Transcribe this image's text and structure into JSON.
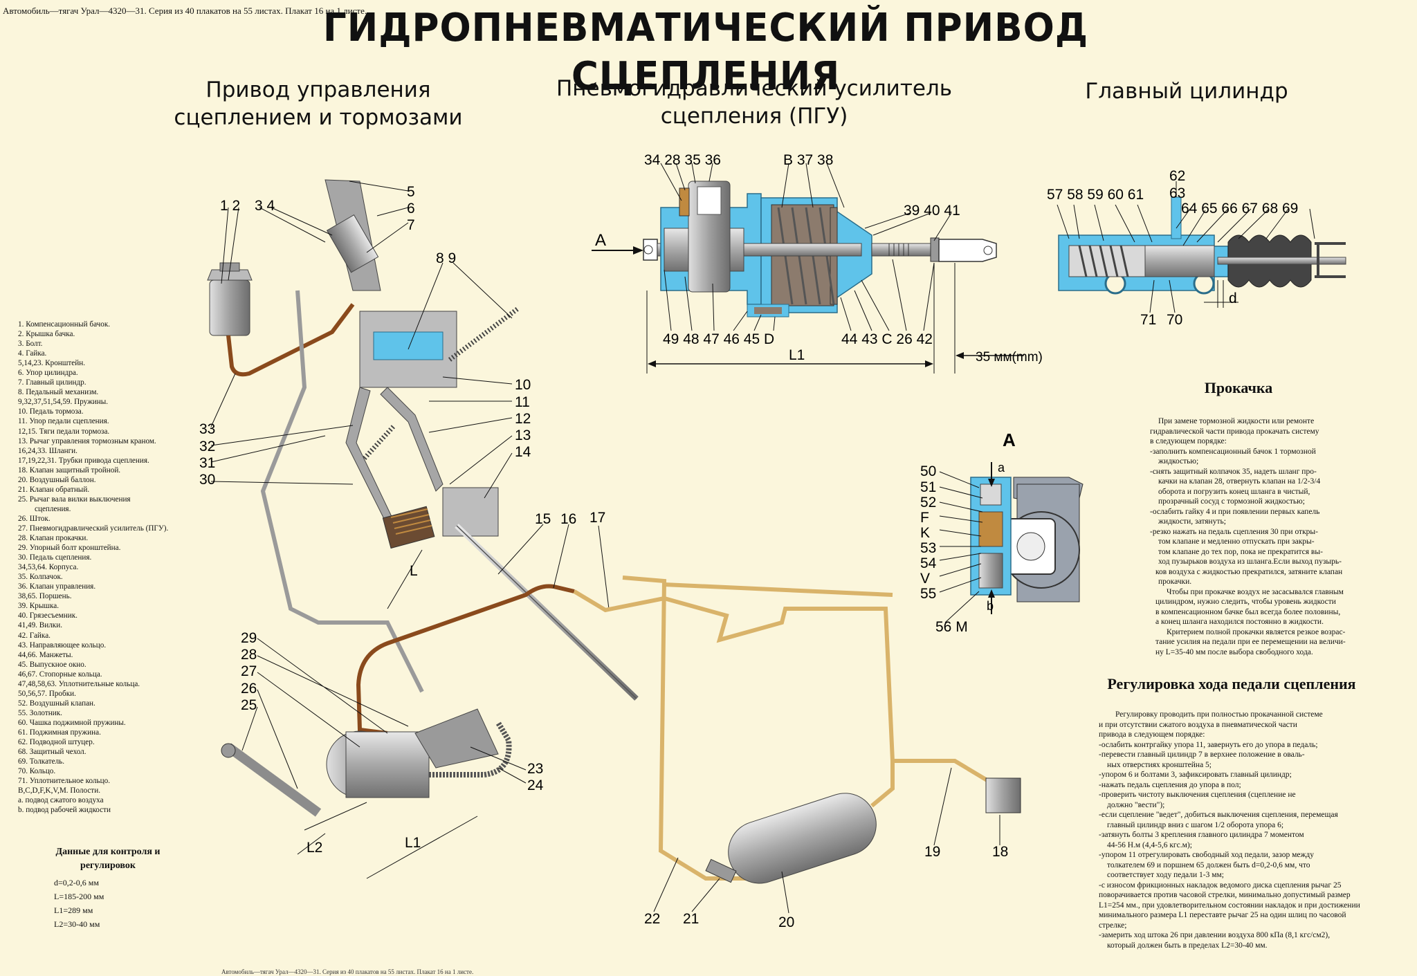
{
  "header": {
    "small_top": "Автомобиль—тягач Урал—4320—31. Серия из 40 плакатов на 55 листах. Плакат 16 на 1 листе.",
    "small_bottom": "Автомобиль—тягач Урал—4320—31. Серия из 40 плакатов на 55 листах. Плакат 16 на 1 листе.",
    "title": "ГИДРОПНЕВМАТИЧЕСКИЙ ПРИВОД СЦЕПЛЕНИЯ"
  },
  "sections": {
    "drive": [
      "Привод управления",
      "сцеплением и тормозами"
    ],
    "pgu": [
      "Пневмогидравлический усилитель",
      "сцепления (ПГУ)"
    ],
    "master": "Главный цилиндр",
    "view_a": "А"
  },
  "legend": [
    "1. Компенсационный бачок.",
    "2. Крышка бачка.",
    "3. Болт.",
    "4. Гайка.",
    "5,14,23. Кронштейн.",
    "6. Упор цилиндра.",
    "7. Главный цилиндр.",
    "8. Педальный механизм.",
    "9,32,37,51,54,59. Пружины.",
    "10. Педаль тормоза.",
    "11. Упор педали сцепления.",
    "12,15. Тяги педали тормоза.",
    "13. Рычаг управления тормозным краном.",
    "16,24,33. Шланги.",
    "17,19,22,31. Трубки привода сцепления.",
    "18. Клапан защитный тройной.",
    "20. Воздушный баллон.",
    "21. Клапан обратный.",
    "25. Рычаг вала вилки выключения",
    "сцепления.",
    "26. Шток.",
    "27. Пневмогидравлический усилитель (ПГУ).",
    "28. Клапан прокачки.",
    "29. Упорный болт кронштейна.",
    "30. Педаль сцепления.",
    "34,53,64. Корпуса.",
    "35. Колпачок.",
    "36. Клапан управления.",
    "38,65. Поршень.",
    "39. Крышка.",
    "40. Грязесъемник.",
    "41,49. Вилки.",
    "42. Гайка.",
    "43. Направляющее кольцо.",
    "44,66. Манжеты.",
    "45. Выпускное окно.",
    "46,67. Стопорные кольца.",
    "47,48,58,63. Уплотнительные кольца.",
    "50,56,57. Пробки.",
    "52. Воздушный клапан.",
    "55. Золотник.",
    "60. Чашка поджимной пружины.",
    "61. Поджимная пружина.",
    "62. Подводной штуцер.",
    "68. Защитный чехол.",
    "69. Толкатель.",
    "70. Кольцо.",
    "71. Уплотнительное кольцо.",
    "B,C,D,F,K,V,M. Полости.",
    "a. подвод сжатого воздуха",
    "b. подвод рабочей жидкости"
  ],
  "control": {
    "title": [
      "Данные для контроля и",
      "регулировок"
    ],
    "items": [
      "d=0,2-0,6 мм",
      "L=185-200 мм",
      "L1=289 мм",
      "L2=30-40 мм"
    ]
  },
  "bleeding": {
    "title": "Прокачка",
    "lines": [
      "При замене тормозной жидкости или ремонте",
      "гидравлической части привода прокачать систему",
      "в следующем порядке:",
      "-заполнить компенсационный бачок 1 тормозной",
      "жидкостью;",
      "-снять защитный колпачок 35, надеть шланг про-",
      "качки на клапан 28, отвернуть клапан на 1/2-3/4",
      "оборота и погрузить конец шланга в чистый,",
      "прозрачный сосуд с тормозной жидкостью;",
      "-ослабить гайку 4 и при появлении первых капель",
      "жидкости, затянуть;",
      "-резко нажать на педаль сцепления 30 при откры-",
      "том клапане и медленно отпускать при закры-",
      "том клапане до тех пор, пока не прекратится вы-",
      "ход пузырьков воздуха из шланга.Если выход пузырь-",
      "ков воздуха с жидкостью прекратился, затяните клапан",
      "прокачки.",
      "Чтобы при прокачке воздух не засасывался главным",
      "цилиндром, нужно следить, чтобы уровень жидкости",
      "в компенсационном бачке был всегда более половины,",
      "а конец шланга находился постоянно в жидкости.",
      "Критерием полной прокачки является резкое возрас-",
      "тание усилия на педали при ее перемещении на величи-",
      "ну L=35-40 мм после выбора свободного хода."
    ]
  },
  "adjust": {
    "title": "Регулировка хода педали сцепления",
    "lines": [
      "Регулировку проводить при полностью прокачанной системе",
      "и при отсутствии сжатого воздуха в пневматической части",
      "привода в следующем порядке:",
      "-ослабить контргайку упора 11, завернуть его до упора в  педаль;",
      "-перевести главный цилиндр 7 в верхнее положение в оваль-",
      "ных отверстиях кронштейна 5;",
      "-упором 6 и болтами 3, зафиксировать главный цилиндр;",
      "-нажать педаль сцепления до упора в пол;",
      "-проверить чистоту выключения сцепления (сцепление не",
      "должно \"вести\");",
      "-если сцепление \"ведет\", добиться выключения сцепления, перемещая",
      "главный цилиндр вниз  с шагом 1/2 оборота упора 6;",
      "-затянуть болты 3 крепления главного цилиндра 7 моментом",
      "44-56 Н.м (4,4-5,6 кгс.м);",
      "-упором 11 отрегулировать свободный ход педали, зазор между",
      "толкателем 69 и поршнем 65 должен быть d=0,2-0,6 мм, что",
      "соответствует ходу педали 1-3 мм;",
      "-с износом фрикционных накладок ведомого диска сцепления рычаг 25",
      "поворачивается против часовой стрелки, минимально допустимый размер",
      "L1=254 мм., при удовлетворительном  состоянии накладок и при достижении",
      "минимального размера L1 переставте рычаг 25  на один шлиц по часовой",
      "стрелке;",
      "-замерить ход штока 26 при давлении воздуха 800 кПа (8,1 кгс/см2),",
      "который должен быть в пределах L2=30-40 мм."
    ]
  },
  "callouts": {
    "drive": [
      "1 2",
      "3 4",
      "5",
      "6",
      "7",
      "8 9",
      "10",
      "11",
      "12",
      "13",
      "14",
      "15",
      "16",
      "17",
      "33",
      "32",
      "31",
      "30",
      "29",
      "28",
      "27",
      "26",
      "25",
      "23",
      "24",
      "L",
      "L1",
      "L2",
      "22",
      "21",
      "20",
      "19",
      "18"
    ],
    "pgu_top": [
      "34 28 35 36",
      "B 37 38",
      "39 40 41"
    ],
    "pgu_bottom": [
      "49 48 47 46 45 D",
      "44 43 C 26 42"
    ],
    "pgu_dims": [
      "L1",
      "35 мм(mm)",
      "A"
    ],
    "master": [
      "57 58 59 60 61",
      "62",
      "63",
      "64 65 66 67 68 69",
      "71",
      "70",
      "d"
    ],
    "view_a": [
      "50",
      "51",
      "52",
      "F",
      "K",
      "53",
      "54",
      "V",
      "55",
      "56 M",
      "a",
      "b"
    ]
  },
  "colors": {
    "background": "#fbf6dc",
    "hydraulic_blue": "#5fc3ea",
    "fluid_brown": "#8a4a1c",
    "air_line": "#d9b36a",
    "metal": "#9a9a9a"
  }
}
